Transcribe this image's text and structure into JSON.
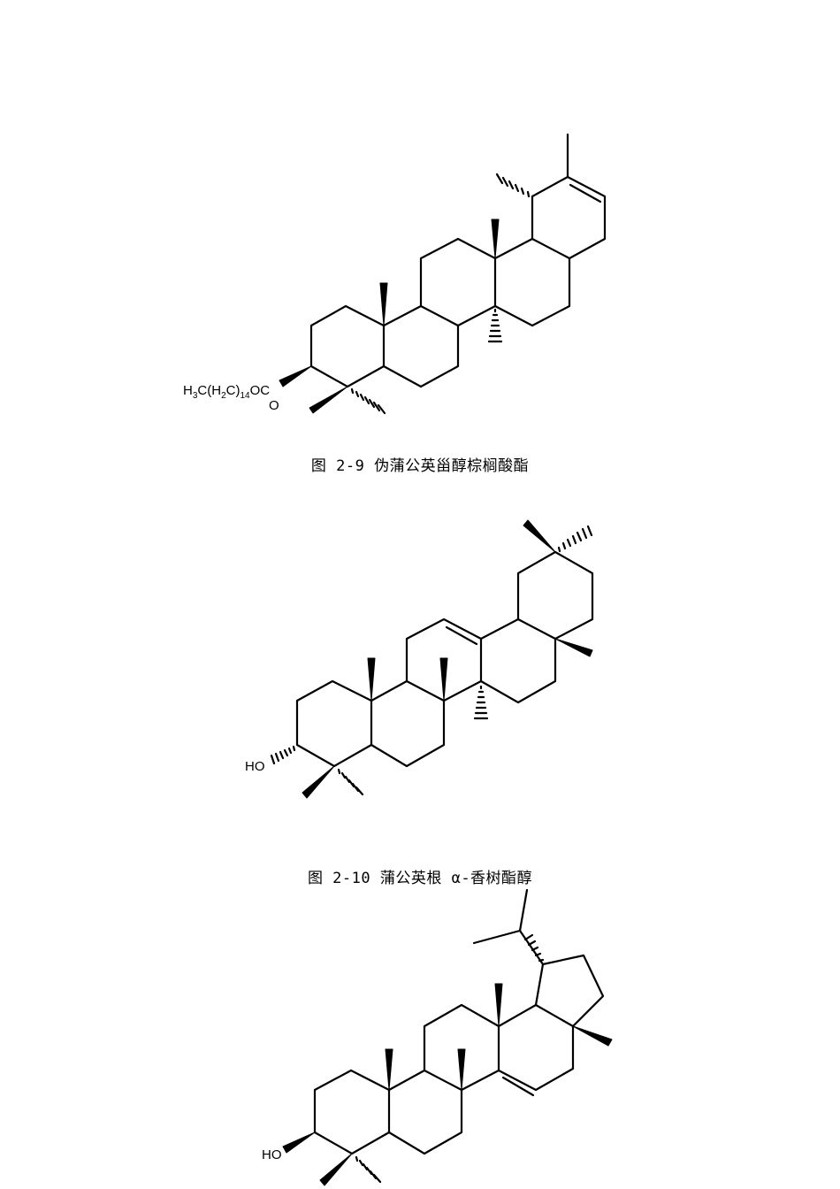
{
  "figures": [
    {
      "caption": "图 2-9 伪蒲公英甾醇棕榈酸酯",
      "labels": {
        "ester_h": "H",
        "ester_3": "3",
        "ester_c": "C(H",
        "ester_2": "2",
        "ester_c2": "C)",
        "ester_14": "14",
        "ester_oc": "OC",
        "ester_o": "O"
      }
    },
    {
      "caption": "图 2-10 蒲公英根 α-香树酯醇",
      "labels": {
        "hydroxyl": "HO"
      }
    },
    {
      "labels": {
        "hydroxyl": "HO"
      }
    }
  ]
}
